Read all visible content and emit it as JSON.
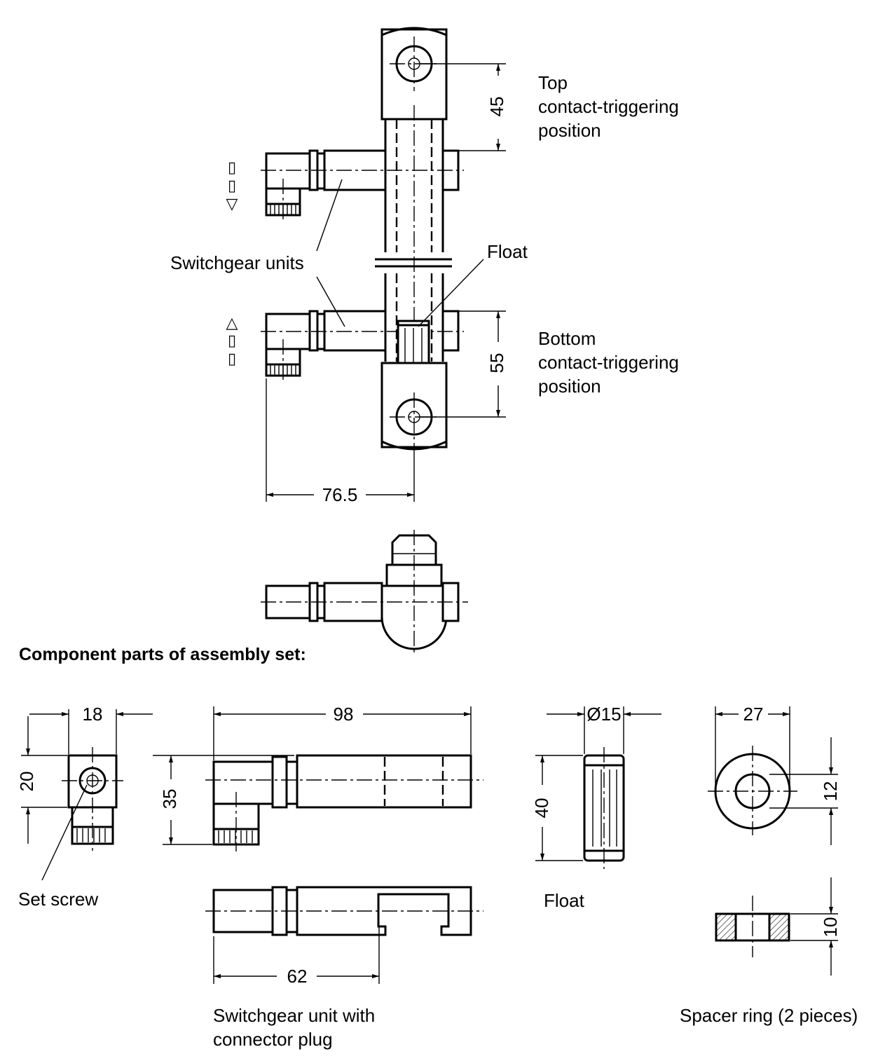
{
  "labels": {
    "top_position": [
      "Top",
      "contact-triggering",
      "position"
    ],
    "bottom_position": [
      "Bottom",
      "contact-triggering",
      "position"
    ],
    "switchgear_units": "Switchgear units",
    "float_assembly": "Float",
    "component_header": "Component parts of assembly set:",
    "set_screw": "Set screw",
    "switchgear_unit_with_plug": [
      "Switchgear unit with",
      "connector plug"
    ],
    "float_part": "Float",
    "spacer_ring": "Spacer ring (2 pieces)"
  },
  "dimensions": {
    "top_offset": "45",
    "bottom_offset": "55",
    "overall_width": "76.5",
    "set_screw_width": "18",
    "set_screw_height": "20",
    "switch_length": "98",
    "switch_height": "35",
    "switch_slot_length": "62",
    "float_diameter": "Ø15",
    "float_length": "40",
    "ring_diameter": "27",
    "ring_bore": "12",
    "ring_thickness": "10"
  },
  "symbols": {
    "top_switch_marks": [
      "▯",
      "▯",
      "▽"
    ],
    "bottom_switch_marks": [
      "△",
      "▯",
      "▯"
    ]
  }
}
